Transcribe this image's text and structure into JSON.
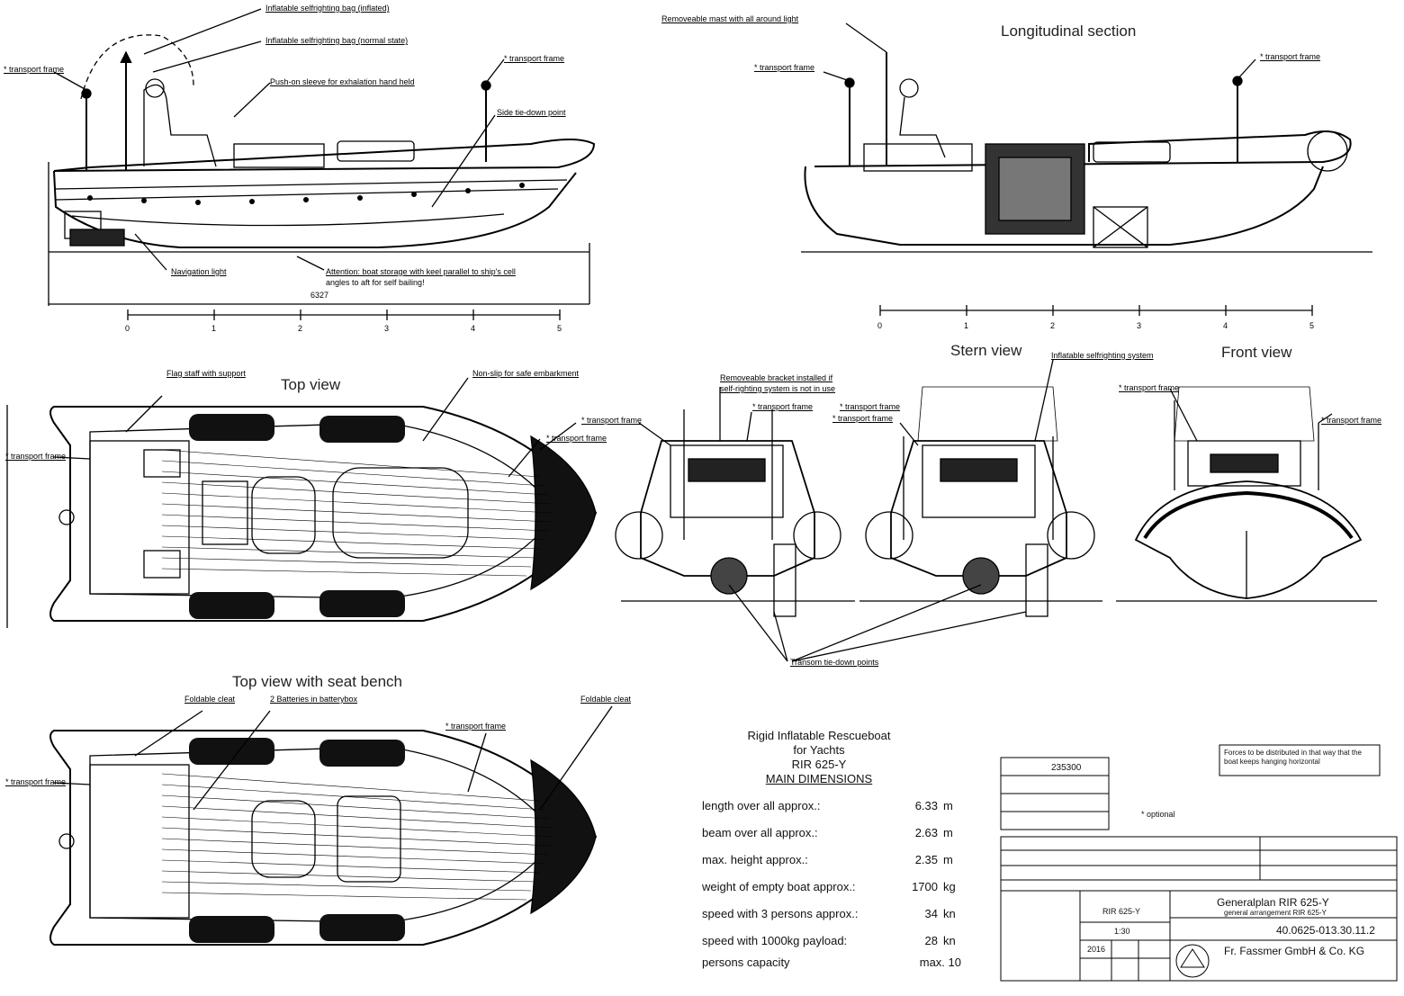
{
  "titles": {
    "longitudinal": "Longitudinal section",
    "top": "Top view",
    "top_seat": "Top view with seat bench",
    "stern": "Stern view",
    "front": "Front view"
  },
  "side_labels": {
    "bag_inflated": "Inflatable selfrighting bag (inflated)",
    "bag_normal": "Inflatable selfrighting bag (normal state)",
    "push_sleeve": "Push-on sleeve for exhalation hand held",
    "transport_frame_l": "* transport frame",
    "transport_frame_r": "* transport frame",
    "side_tie": "Side tie-down point",
    "nav_light": "Navigation light",
    "attention": "Attention: boat storage with keel parallel to ship's cell",
    "attention2": "angles to aft for self bailing!",
    "dim_len": "6327"
  },
  "long_labels": {
    "mast": "Removeable mast with all around light",
    "tf_l": "* transport frame",
    "tf_r": "* transport frame"
  },
  "scale_ticks": [
    "0",
    "1",
    "2",
    "3",
    "4",
    "5"
  ],
  "top_labels": {
    "flag": "Flag staff with support",
    "nonslip": "Non-slip for safe embarkment",
    "tf_l": "* transport frame",
    "tf_r": "* transport frame",
    "tf_r2": "* transport frame"
  },
  "seat_labels": {
    "cleat_l": "Foldable cleat",
    "batteries": "2 Batteries in batterybox",
    "cleat_r": "Foldable cleat",
    "tf_l": "* transport frame",
    "tf_r": "* transport frame"
  },
  "stern_labels": {
    "bracket": "Removeable bracket installed if",
    "bracket2": "self-righting system is not in use",
    "selfright": "Inflatable selfrighting system",
    "tf1": "* transport frame",
    "tf2": "* transport frame",
    "tf3": "* transport frame",
    "tf4": "* transport frame",
    "tf5": "* transport frame",
    "transom": "Transom tie-down points"
  },
  "spec": {
    "line1": "Rigid Inflatable Rescueboat",
    "line2": "for Yachts",
    "line3": "RIR 625-Y",
    "line4": "MAIN DIMENSIONS"
  },
  "dimensions": [
    {
      "name": "length over all approx.:",
      "value": "6.33",
      "unit": "m"
    },
    {
      "name": "beam over all approx.:",
      "value": "2.63",
      "unit": "m"
    },
    {
      "name": "max. height approx.:",
      "value": "2.35",
      "unit": "m"
    },
    {
      "name": "weight of empty boat approx.:",
      "value": "1700",
      "unit": "kg"
    },
    {
      "name": "speed with 3 persons approx.:",
      "value": "34",
      "unit": "kn"
    },
    {
      "name": "speed with 1000kg payload:",
      "value": "28",
      "unit": "kn"
    },
    {
      "name": "persons capacity",
      "value": "max. 10",
      "unit": ""
    }
  ],
  "titleblock": {
    "drawing_no": "235300",
    "optional": "* optional",
    "note": "Forces to be distributed in that way that the boat keeps hanging horizontal",
    "general_plan": "Generalplan RIR 625-Y",
    "general_arr": "general arrangement RIR 625-Y",
    "doc_no": "40.0625-013.30.11.2",
    "company": "Fr. Fassmer GmbH & Co. KG",
    "scale": "1:30",
    "year": "2016",
    "model": "RIR 625-Y"
  }
}
